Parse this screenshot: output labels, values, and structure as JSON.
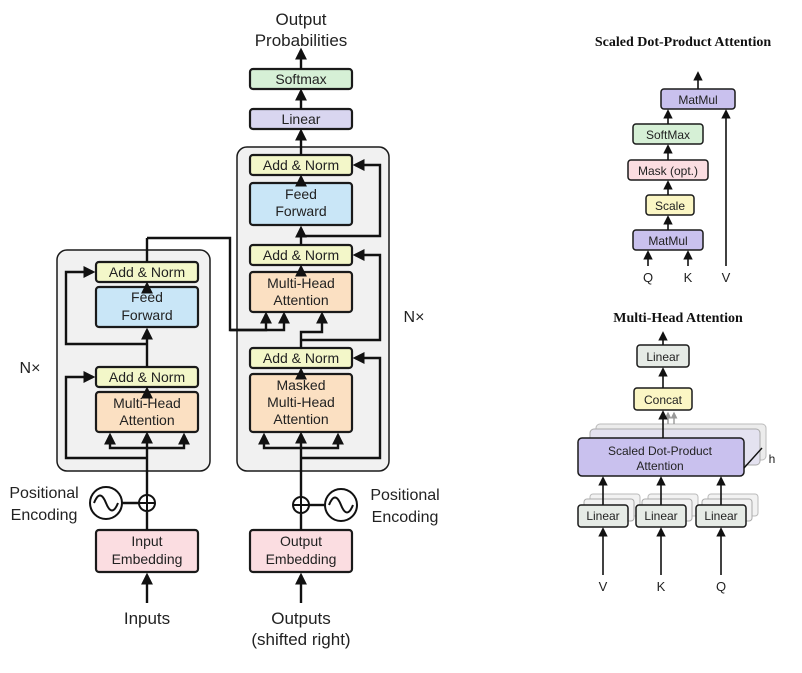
{
  "main": {
    "output_probabilities_line1": "Output",
    "output_probabilities_line2": "Probabilities",
    "softmax": "Softmax",
    "linear": "Linear",
    "add_norm": "Add & Norm",
    "feed_forward_line1": "Feed",
    "feed_forward_line2": "Forward",
    "multi_head_line1": "Multi-Head",
    "multi_head_line2": "Attention",
    "masked_line1": "Masked",
    "masked_line2": "Multi-Head",
    "masked_line3": "Attention",
    "nx": "N×",
    "positional_line1": "Positional",
    "positional_line2": "Encoding",
    "input_embedding_line1": "Input",
    "input_embedding_line2": "Embedding",
    "output_embedding_line1": "Output",
    "output_embedding_line2": "Embedding",
    "inputs": "Inputs",
    "outputs_line1": "Outputs",
    "outputs_line2": "(shifted right)"
  },
  "sdpa": {
    "title": "Scaled Dot-Product Attention",
    "matmul": "MatMul",
    "softmax": "SoftMax",
    "mask": "Mask (opt.)",
    "scale": "Scale",
    "q": "Q",
    "k": "K",
    "v": "V"
  },
  "mha": {
    "title": "Multi-Head Attention",
    "linear": "Linear",
    "concat": "Concat",
    "sdpa_line1": "Scaled Dot-Product",
    "sdpa_line2": "Attention",
    "h": "h",
    "v": "V",
    "k": "K",
    "q": "Q"
  }
}
